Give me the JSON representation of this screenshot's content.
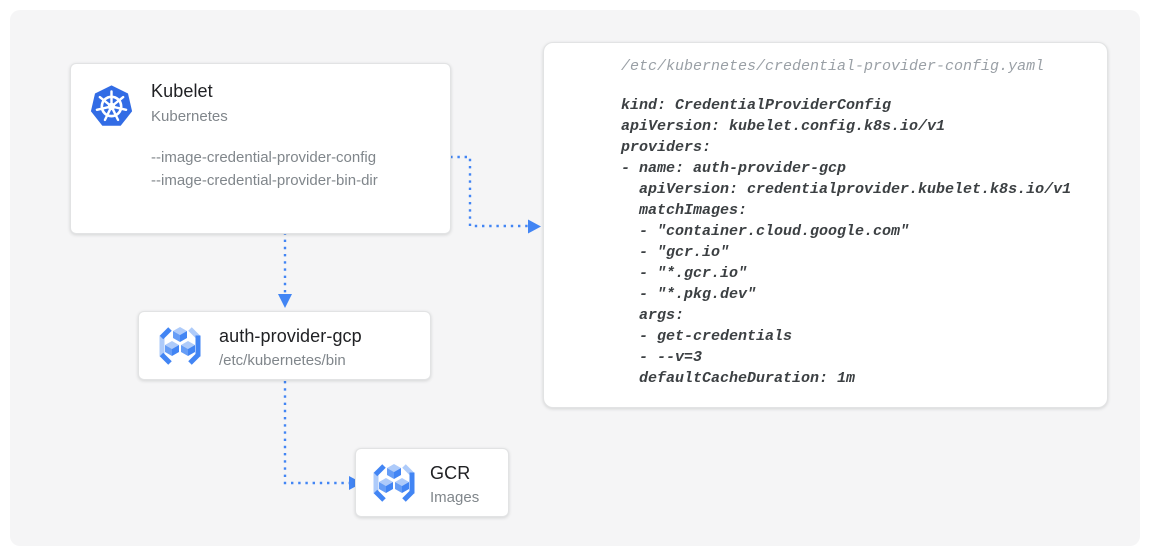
{
  "colors": {
    "accent_blue": "#4285f4",
    "kubernetes_blue": "#326ce5",
    "icon_light_blue": "#aecbfa",
    "icon_mid_blue": "#669df6",
    "board_bg": "#f5f5f6",
    "card_bg": "#ffffff",
    "title_text": "#202124",
    "muted_text": "#80868b",
    "code_text": "#3c4043",
    "code_path_text": "#9aa0a6"
  },
  "nodes": {
    "kubelet": {
      "icon": "kubernetes-helm-icon",
      "title": "Kubelet",
      "subtitle": "Kubernetes",
      "flags": [
        "--image-credential-provider-config",
        "--image-credential-provider-bin-dir"
      ]
    },
    "auth_provider": {
      "icon": "container-registry-icon",
      "title": "auth-provider-gcp",
      "subtitle": "/etc/kubernetes/bin"
    },
    "gcr": {
      "icon": "container-registry-icon",
      "title": "GCR",
      "subtitle": "Images"
    }
  },
  "code_panel": {
    "file_path": "/etc/kubernetes/credential-provider-config.yaml",
    "lines": [
      "kind: CredentialProviderConfig",
      "apiVersion: kubelet.config.k8s.io/v1",
      "providers:",
      "- name: auth-provider-gcp",
      "  apiVersion: credentialprovider.kubelet.k8s.io/v1",
      "  matchImages:",
      "  - \"container.cloud.google.com\"",
      "  - \"gcr.io\"",
      "  - \"*.gcr.io\"",
      "  - \"*.pkg.dev\"",
      "  args:",
      "  - get-credentials",
      "  - --v=3",
      "  defaultCacheDuration: 1m"
    ]
  }
}
